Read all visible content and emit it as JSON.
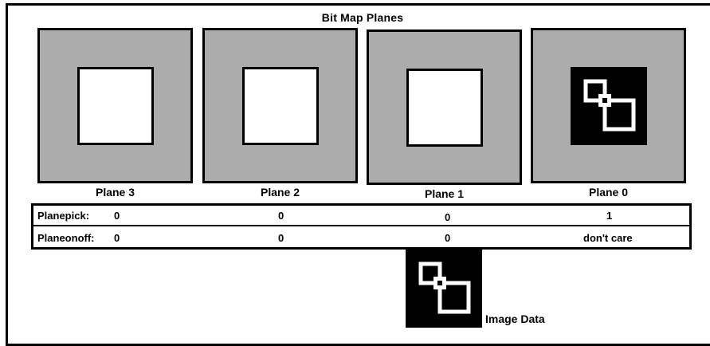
{
  "title": "Bit Map Planes",
  "colors": {
    "plane_fill": "#acacac",
    "border": "#000000",
    "background": "#ffffff"
  },
  "planes": [
    {
      "label": "Plane 3",
      "content": "white-square"
    },
    {
      "label": "Plane 2",
      "content": "white-square"
    },
    {
      "label": "Plane 1",
      "content": "white-square"
    },
    {
      "label": "Plane 0",
      "content": "overlapping-squares-icon"
    }
  ],
  "table": {
    "rows": [
      {
        "label": "Planepick:",
        "values": [
          "0",
          "0",
          "0",
          "1"
        ]
      },
      {
        "label": "Planeonoff:",
        "values": [
          "0",
          "0",
          "0",
          "don't care"
        ]
      }
    ]
  },
  "output": {
    "label": "Image Data",
    "content": "overlapping-squares-icon"
  }
}
